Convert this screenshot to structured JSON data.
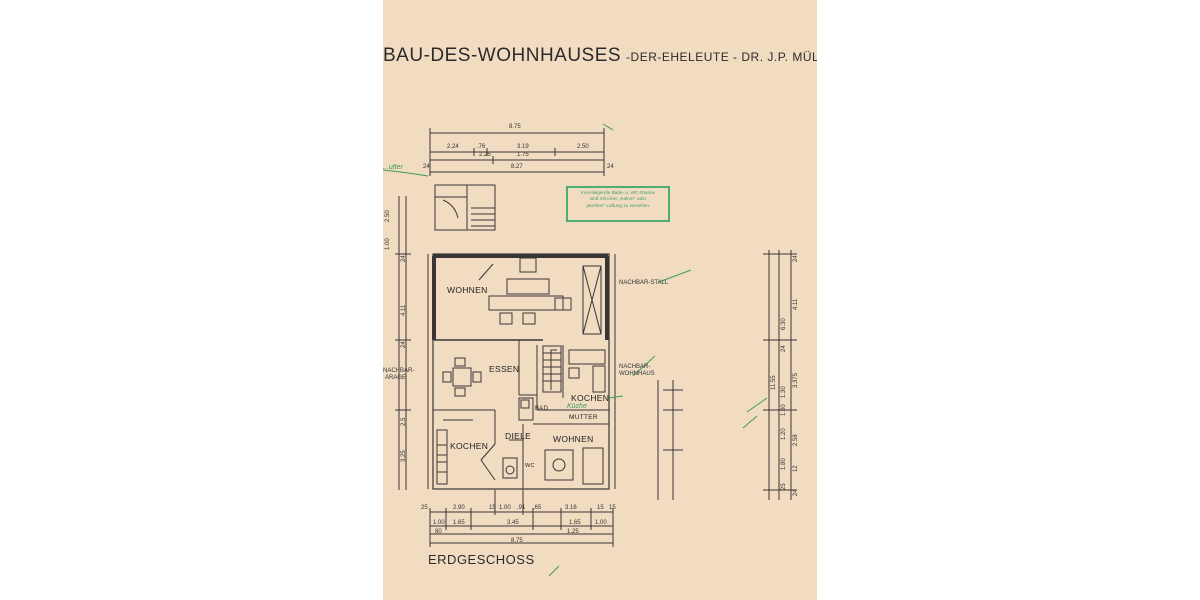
{
  "header": {
    "title_main": "BAU-DES-WOHNHAUSES",
    "title_rest": "-DER-EHELEUTE - DR. J.P. MÜLL"
  },
  "stamp": {
    "lines": [
      "Innenliegende Bade- u. WC-Räume",
      "sind mit einer „Kölner“ oder",
      "„Berliner“ Lüftung zu versehen."
    ],
    "color": "#4dae6e"
  },
  "rooms": {
    "wohnen": "WOHNEN",
    "essen": "ESSEN",
    "kochen_left": "KOCHEN",
    "diele": "DIELE",
    "wohnen_lower": "WOHNEN",
    "kochen_right": "KOCHEN",
    "mutter": "MUTTER",
    "bad": "BAD",
    "wc": "WC"
  },
  "neighbors": {
    "stall": "NACHBAR-STALL",
    "wohnhaus_1": "NACHBAR-",
    "wohnhaus_2": "WOHNHAUS",
    "garage_1": "NACHBAR-",
    "garage_2": "ARAGE"
  },
  "handwriting": {
    "kueche": "Küche",
    "top_left": "...utter"
  },
  "dimensions": {
    "top": [
      "8.75",
      "2.24",
      ".76",
      "3.19",
      "2.50",
      "2.25",
      "1.75",
      "24",
      "8.27",
      "24"
    ],
    "bottom_row1": [
      "25",
      "2.90",
      "15",
      "1.00",
      ".91",
      ".65",
      "3.16",
      "15",
      "15"
    ],
    "bottom_row2": [
      "1.00",
      "1.65",
      "3.45",
      "1.65",
      "1.00"
    ],
    "bottom_row3": [
      "80",
      "1.25"
    ],
    "bottom_total": "8.75",
    "left": [
      "2.50",
      "1.00",
      "24",
      "4.11",
      "24",
      "2.5",
      "3.25"
    ],
    "right": [
      "24",
      "11.55",
      "6.30",
      "4.11",
      "24",
      "3.375",
      "1.30",
      "1.00",
      "1.20",
      "2.58",
      "1.80",
      "12",
      "25",
      "24"
    ]
  },
  "floor_label": "ERDGESCHOSS",
  "colors": {
    "paper": "#f1dcc2",
    "ink": "#2c2a2a",
    "green_ink": "#3e9a58"
  }
}
